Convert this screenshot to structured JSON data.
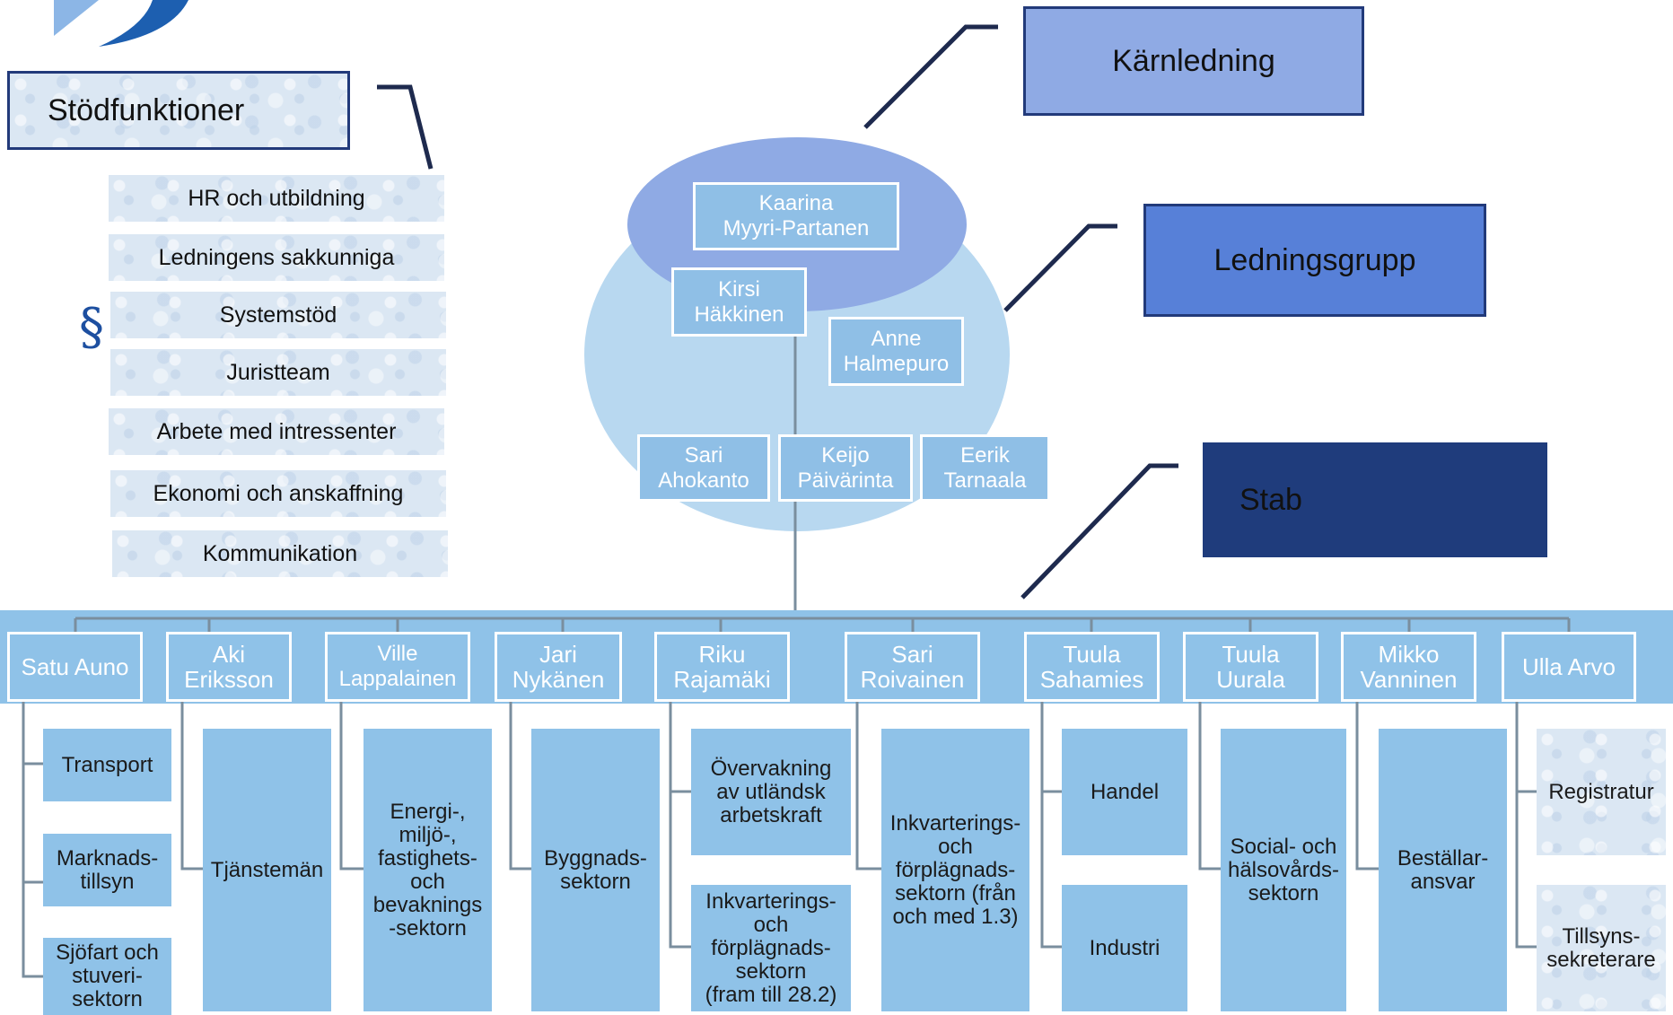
{
  "categories": {
    "stodfunktioner": "Stödfunktioner",
    "karnledning": "Kärnledning",
    "ledningsgrupp": "Ledningsgrupp",
    "stab": "Stab"
  },
  "colors": {
    "karnledning": "#8faae4",
    "ledningsgrupp": "#5780d8",
    "stab": "#1f3c7c",
    "band": "#8fc2e8"
  },
  "support_functions": [
    "HR och utbildning",
    "Ledningens sakkunniga",
    "Systemstöd",
    "Juristteam",
    "Arbete med intressenter",
    "Ekonomi och anskaffning",
    "Kommunikation"
  ],
  "section_symbol": "§",
  "leadership": {
    "core": "Kaarina\nMyyri-Partanen",
    "group": [
      "Kirsi\nHäkkinen",
      "Anne\nHalmepuro"
    ],
    "staff": [
      "Sari\nAhokanto",
      "Keijo\nPäivärinta",
      "Eerik\nTarnaala"
    ]
  },
  "heads": [
    "Satu Auno",
    "Aki\nEriksson",
    "Ville\nLappalainen",
    "Jari\nNykänen",
    "Riku\nRajamäki",
    "Sari\nRoivainen",
    "Tuula\nSahamies",
    "Tuula\nUurala",
    "Mikko\nVanninen",
    "Ulla Arvo"
  ],
  "units": {
    "auno": [
      "Transport",
      "Marknads-\ntillsyn",
      "Sjöfart och\nstuveri-\nsektorn"
    ],
    "eriksson": "Tjänstemän",
    "lappalainen": "Energi-,\nmiljö-,\nfastighets-\noch\nbevaknings\n-sektorn",
    "nykanen": "Byggnads-\nsektorn",
    "rajamaki": [
      "Övervakning\nav utländsk\narbetskraft",
      "Inkvarterings-\noch\nförplägnads-\nsektorn\n(fram till 28.2)"
    ],
    "roivainen": "Inkvarterings-\noch\nförplägnads-\nsektorn (från\noch med 1.3)",
    "sahamies": [
      "Handel",
      "Industri"
    ],
    "uurala": "Social- och\nhälsovårds-\nsektorn",
    "vanninen": "Beställar-\nansvar",
    "arvo": [
      "Registratur",
      "Tillsyns-\nsekreterare"
    ]
  }
}
